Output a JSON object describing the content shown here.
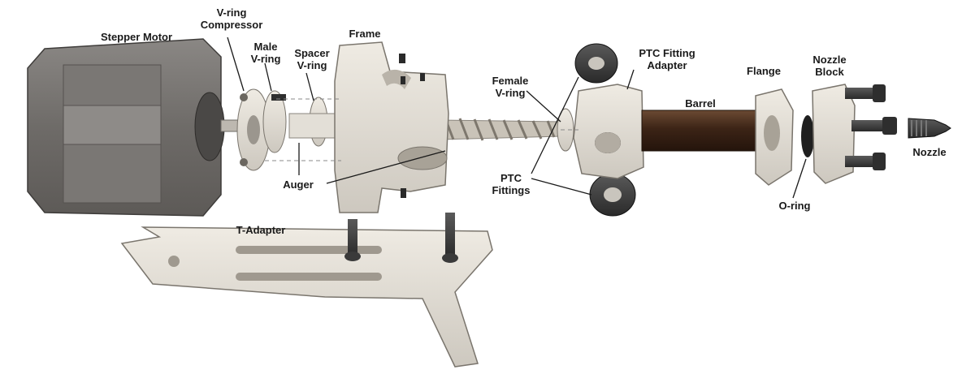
{
  "diagram": {
    "labels": {
      "stepper_motor": "Stepper Motor",
      "vring_compressor": [
        "V-ring",
        "Compressor"
      ],
      "male_vring": [
        "Male",
        "V-ring"
      ],
      "spacer_vring": [
        "Spacer",
        "V-ring"
      ],
      "frame": "Frame",
      "auger": "Auger",
      "t_adapter": "T-Adapter",
      "female_vring": [
        "Female",
        "V-ring"
      ],
      "ptc_fittings": [
        "PTC",
        "Fittings"
      ],
      "ptc_fitting_adapter": [
        "PTC Fitting",
        "Adapter"
      ],
      "barrel": "Barrel",
      "flange": "Flange",
      "nozzle_block": [
        "Nozzle",
        "Block"
      ],
      "o_ring": "O-ring",
      "nozzle": "Nozzle"
    }
  }
}
